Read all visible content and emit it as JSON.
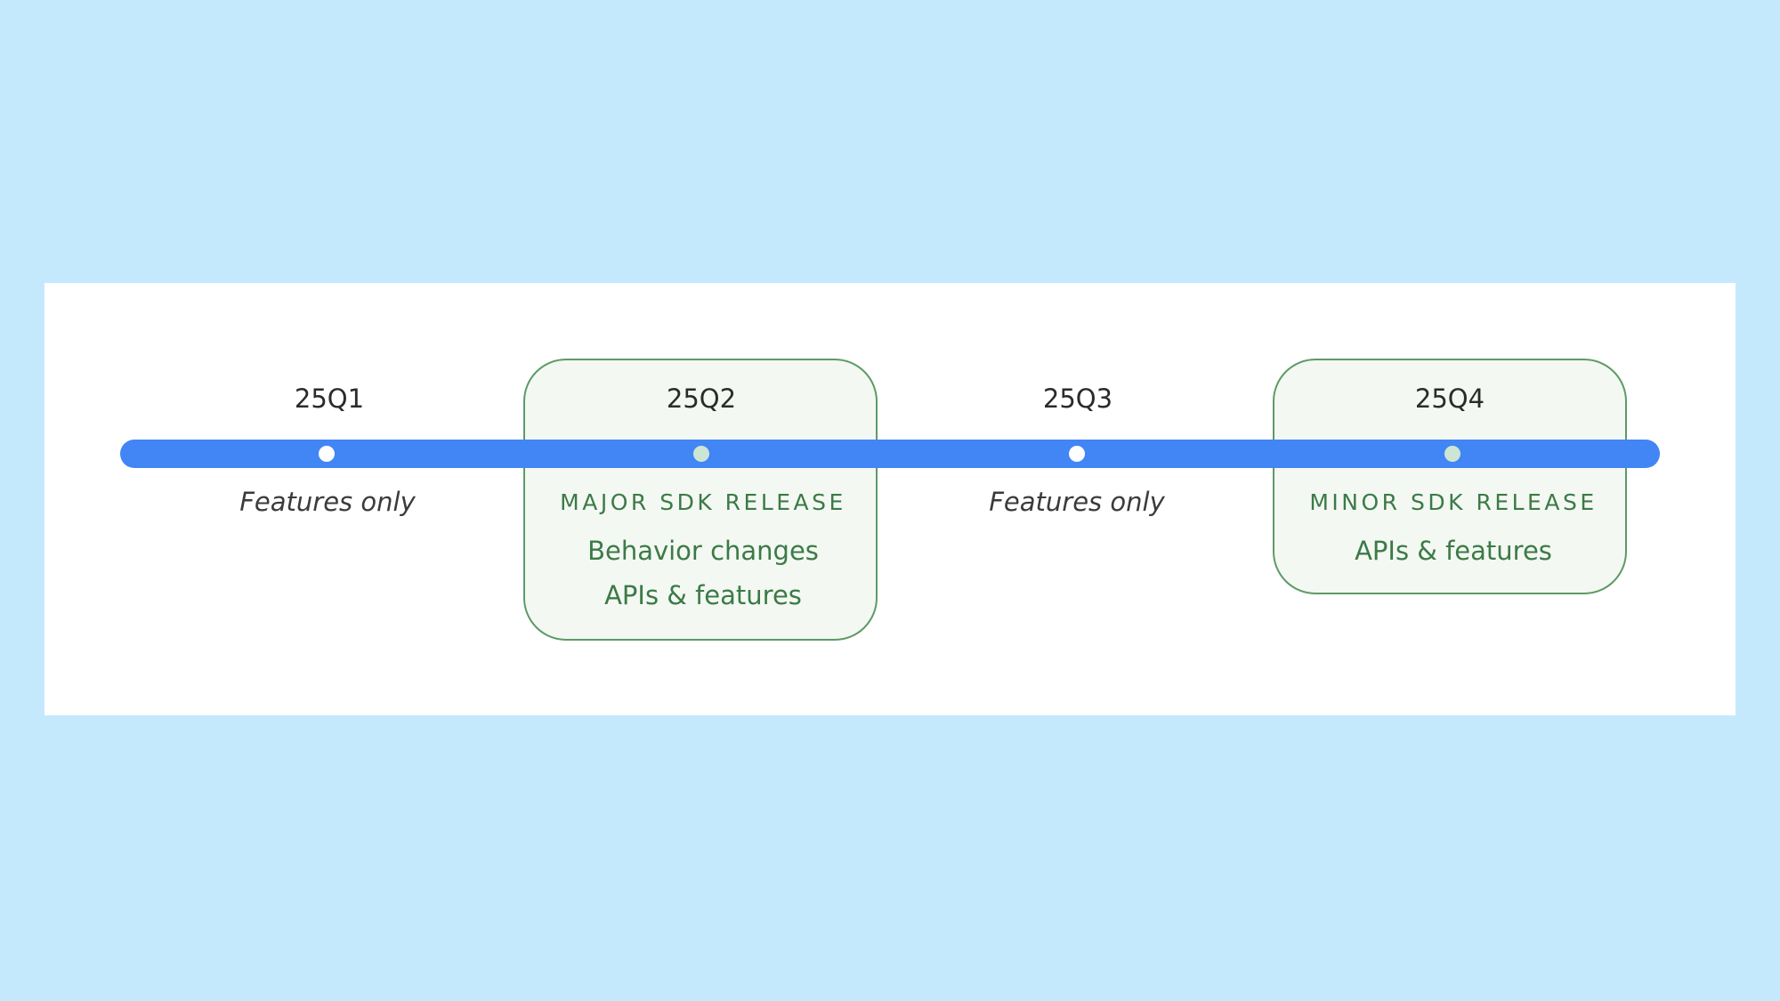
{
  "quarters": [
    {
      "label": "25Q1",
      "note": "Features only"
    },
    {
      "label": "25Q2",
      "release_title": "MAJOR SDK RELEASE",
      "lines": [
        "Behavior changes",
        "APIs & features"
      ]
    },
    {
      "label": "25Q3",
      "note": "Features only"
    },
    {
      "label": "25Q4",
      "release_title": "MINOR SDK RELEASE",
      "lines": [
        "APIs & features"
      ]
    }
  ],
  "colors": {
    "background": "#c5e9fc",
    "timeline": "#4285f4",
    "release_box_border": "#5e9a66",
    "release_box_fill": "#f3f8f3",
    "release_text": "#3c7a46"
  }
}
